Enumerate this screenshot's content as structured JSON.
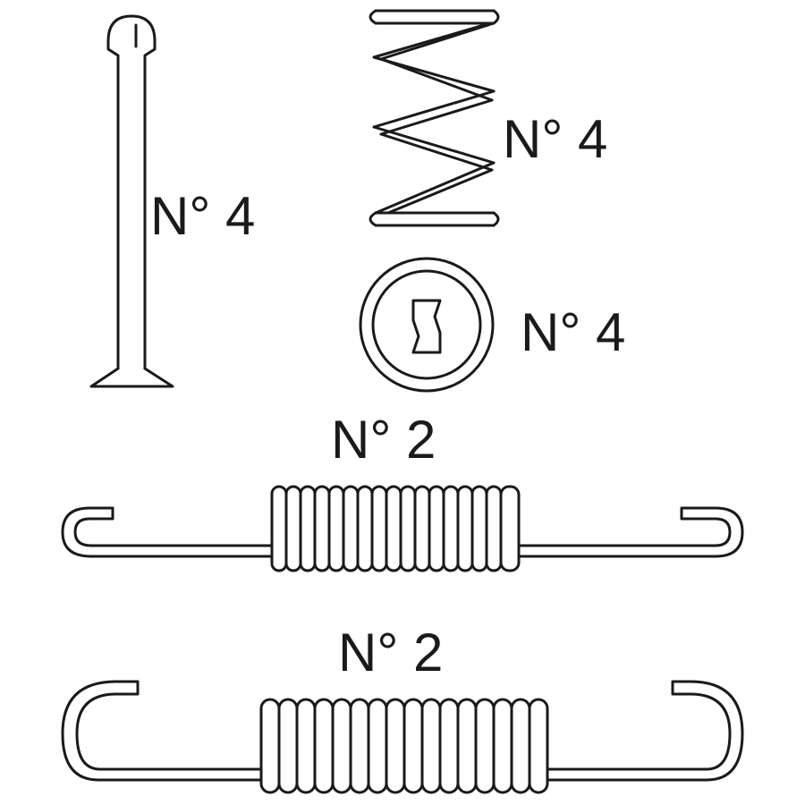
{
  "parts": [
    {
      "name": "hold-down pin",
      "label": "N° 4"
    },
    {
      "name": "hold-down spring",
      "label": "N° 4"
    },
    {
      "name": "spring cup washer",
      "label": "N° 4"
    },
    {
      "name": "short return spring",
      "label": "N° 2"
    },
    {
      "name": "long return spring",
      "label": "N° 2"
    }
  ]
}
